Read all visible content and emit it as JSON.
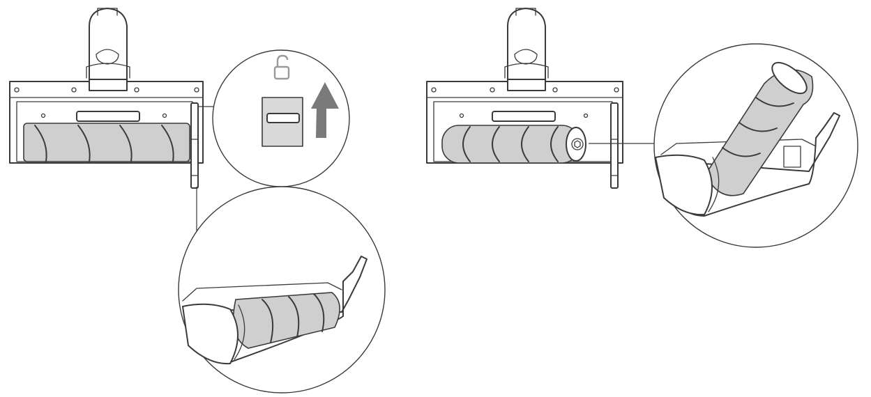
{
  "diagram": {
    "steps": [
      {
        "id": "step-1",
        "callouts": [
          "latch-unlock-detail",
          "roller-in-brush-head-detail"
        ]
      },
      {
        "id": "step-2",
        "callouts": [
          "roller-removal-detail"
        ]
      }
    ],
    "icons": [
      "unlock-icon",
      "arrow-up-icon"
    ],
    "colors": {
      "line": "#3a3a3a",
      "roller": "#cfcfcf",
      "latch": "#d9d9d9",
      "arrow": "#7a7a7a",
      "unlock_icon": "#9a9a9a"
    }
  }
}
